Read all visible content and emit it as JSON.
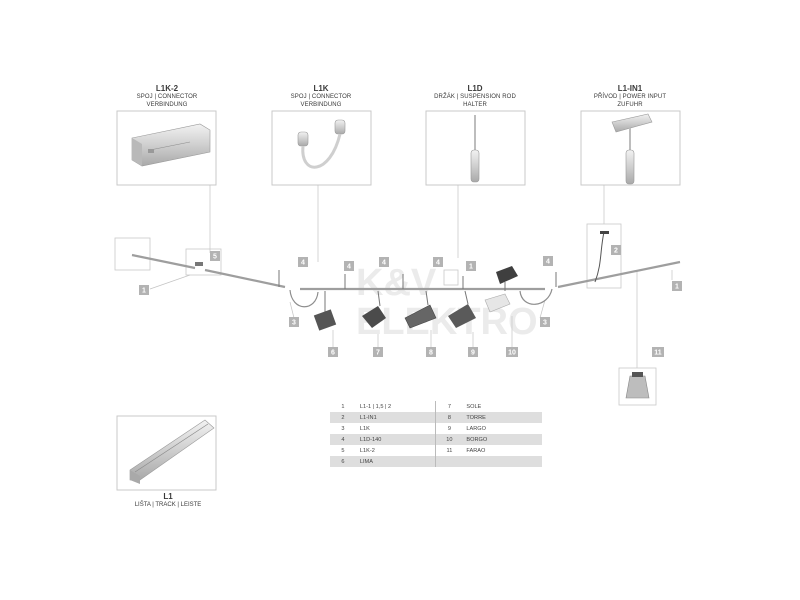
{
  "parts_top": [
    {
      "code": "L1K-2",
      "line1": "SPOJ | CONNECTOR",
      "line2": "VERBINDUNG"
    },
    {
      "code": "L1K",
      "line1": "SPOJ | CONNECTOR",
      "line2": "VERBINDUNG"
    },
    {
      "code": "L1D",
      "line1": "DRŽÁK | SUSPENSION ROD",
      "line2": "HALTER"
    },
    {
      "code": "L1-IN1",
      "line1": "PŘÍVOD | POWER INPUT",
      "line2": "ZUFUHR"
    }
  ],
  "track": {
    "code": "L1",
    "line1": "LIŠTA | TRACK | LEISTE"
  },
  "watermark": {
    "line1": "K&V",
    "line2": "ELEKTRO"
  },
  "callouts": [
    "1",
    "2",
    "3",
    "4",
    "5",
    "6",
    "7",
    "8",
    "9",
    "10",
    "11"
  ],
  "legend": [
    {
      "n1": "1",
      "l1": "L1-1 | 1,5 | 2",
      "n2": "7",
      "l2": "SOLE"
    },
    {
      "n1": "2",
      "l1": "L1-IN1",
      "n2": "8",
      "l2": "TORRE"
    },
    {
      "n1": "3",
      "l1": "L1K",
      "n2": "9",
      "l2": "LARGO"
    },
    {
      "n1": "4",
      "l1": "L1D-140",
      "n2": "10",
      "l2": "BORGO"
    },
    {
      "n1": "5",
      "l1": "L1K-2",
      "n2": "11",
      "l2": "FARAO"
    },
    {
      "n1": "6",
      "l1": "LIMA",
      "n2": "",
      "l2": ""
    }
  ],
  "colors": {
    "badge": "#b3b3b3",
    "line": "#bdbdbd",
    "ink": "#3a3a3a",
    "product": "#d6d6d6",
    "watermark": "#e9e9e9"
  }
}
